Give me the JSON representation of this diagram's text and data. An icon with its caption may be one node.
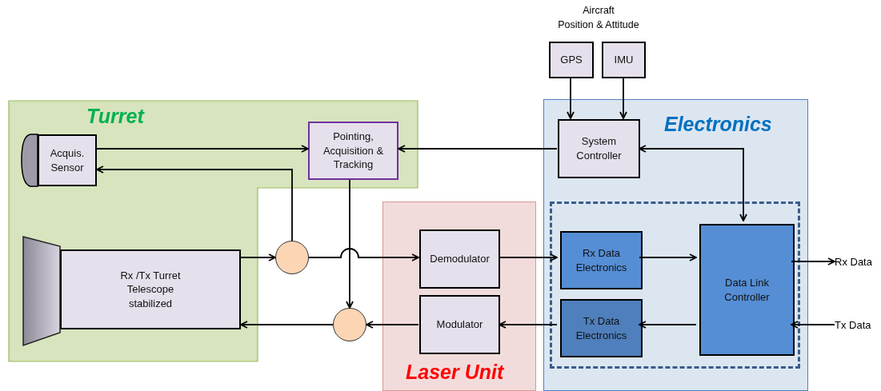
{
  "diagram": {
    "nodes": [
      {
        "text": [
          "Turret"
        ]
      },
      {
        "text": [
          "Acquis. Sensor"
        ],
        "in": 0
      },
      {
        "text": [
          "Pointing, Acquisition & Tracking"
        ],
        "in": 0
      },
      {
        "text": [
          "Rx /Tx Turret Telescope stabilized"
        ],
        "in": 0
      },
      {
        "text": [
          "Laser Unit"
        ]
      },
      {
        "text": [
          "Demodulator"
        ],
        "in": 4
      },
      {
        "text": [
          "Modulator"
        ],
        "in": 4
      },
      {
        "text": [
          "Electronics"
        ]
      },
      {
        "text": [
          "System Controller"
        ],
        "in": 7
      },
      {
        "text": [],
        "shape": "box",
        "in": 7
      },
      {
        "text": [
          "Rx Data Electronics"
        ],
        "in": 9
      },
      {
        "text": [
          "Tx Data Electronics"
        ],
        "in": 9
      },
      {
        "text": [
          "Data Link Controller"
        ],
        "in": 9
      },
      {
        "text": [
          "GPS"
        ]
      },
      {
        "text": [
          "IMU"
        ]
      },
      {
        "text": [],
        "shape": "circle"
      },
      {
        "text": [],
        "shape": "circle"
      },
      {
        "text": [
          "Rx Data"
        ]
      },
      {
        "text": [
          "Tx Data"
        ]
      }
    ],
    "edges": [
      {
        "from": 1,
        "to": 2,
        "arrow": "to"
      },
      {
        "from": 15,
        "to": 1,
        "arrow": "to"
      },
      {
        "from": 8,
        "to": 2,
        "arrow": "to"
      },
      {
        "from": 3,
        "to": 15,
        "arrow": "to"
      },
      {
        "from": 15,
        "to": 5,
        "arrow": "to"
      },
      {
        "from": 2,
        "to": 16,
        "arrow": "to"
      },
      {
        "from": 16,
        "to": 3,
        "arrow": "to"
      },
      {
        "from": 6,
        "to": 16,
        "arrow": "to"
      },
      {
        "from": 11,
        "to": 6,
        "arrow": "to"
      },
      {
        "from": 5,
        "to": 10,
        "arrow": "to"
      },
      {
        "from": 10,
        "to": 12,
        "arrow": "to"
      },
      {
        "from": 12,
        "to": 11,
        "arrow": "to"
      },
      {
        "from": 12,
        "to": 17,
        "arrow": "to"
      },
      {
        "from": 18,
        "to": 12,
        "arrow": "to"
      },
      {
        "from": 13,
        "to": 8,
        "arrow": "to"
      },
      {
        "from": 14,
        "to": 8,
        "arrow": "to"
      },
      {
        "from": 8,
        "to": 12,
        "arrow": "both"
      }
    ],
    "labels": [
      "Aircraft",
      "Position & Attitude"
    ]
  }
}
